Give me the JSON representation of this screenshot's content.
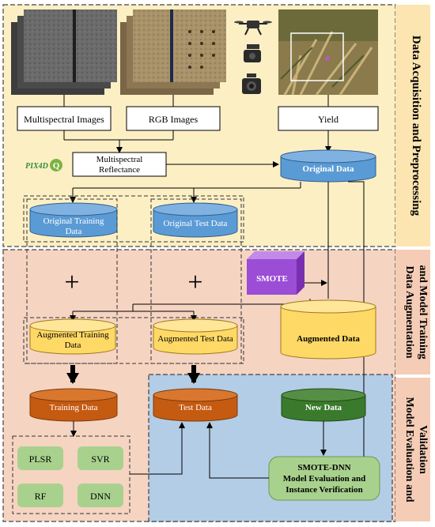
{
  "sections": {
    "acquisition_title": "Data Acquisition and Preprocessing",
    "augmentation_title_line1": "Data Augmentation",
    "augmentation_title_line2": "and Model Training",
    "evaluation_title_line1": "Model Evaluation and",
    "evaluation_title_line2": "Validation"
  },
  "acquisition": {
    "multispectral_images": "Multispectral Images",
    "rgb_images": "RGB Images",
    "yield": "Yield",
    "multispectral_reflectance_line1": "Multispectral",
    "multispectral_reflectance_line2": "Reflectance",
    "original_data": "Original Data",
    "pix4d_logo_text": "PIX4D",
    "qgis_logo_text": "Q"
  },
  "split": {
    "original_training_line1": "Original Training",
    "original_training_line2": "Data",
    "original_test": "Original Test Data"
  },
  "augmentation": {
    "smote": "SMOTE",
    "augmented_training_line1": "Augmented Training",
    "augmented_training_line2": "Data",
    "augmented_test": "Augmented Test Data",
    "augmented_data": "Augmented Data",
    "plus_symbol": "+"
  },
  "evaluation": {
    "training_data": "Training Data",
    "test_data": "Test Data",
    "new_data": "New Data",
    "models": [
      "PLSR",
      "SVR",
      "RF",
      "DNN"
    ],
    "smote_dnn_line1": "SMOTE-DNN",
    "smote_dnn_line2": "Model Evaluation and",
    "smote_dnn_line3": "Instance Verification"
  },
  "colors": {
    "acquisition_bg": "#fcefc4",
    "augmentation_bg": "#f6d4c2",
    "evaluation_bg": "#b3cde6",
    "blue_cyl": "#5b9bd5",
    "yellow_cyl": "#ffd966",
    "orange_cyl": "#c55a11",
    "green_cyl": "#3a7a2c",
    "model_green": "#a9d18e",
    "smote_purple": "#9b4dd6"
  }
}
